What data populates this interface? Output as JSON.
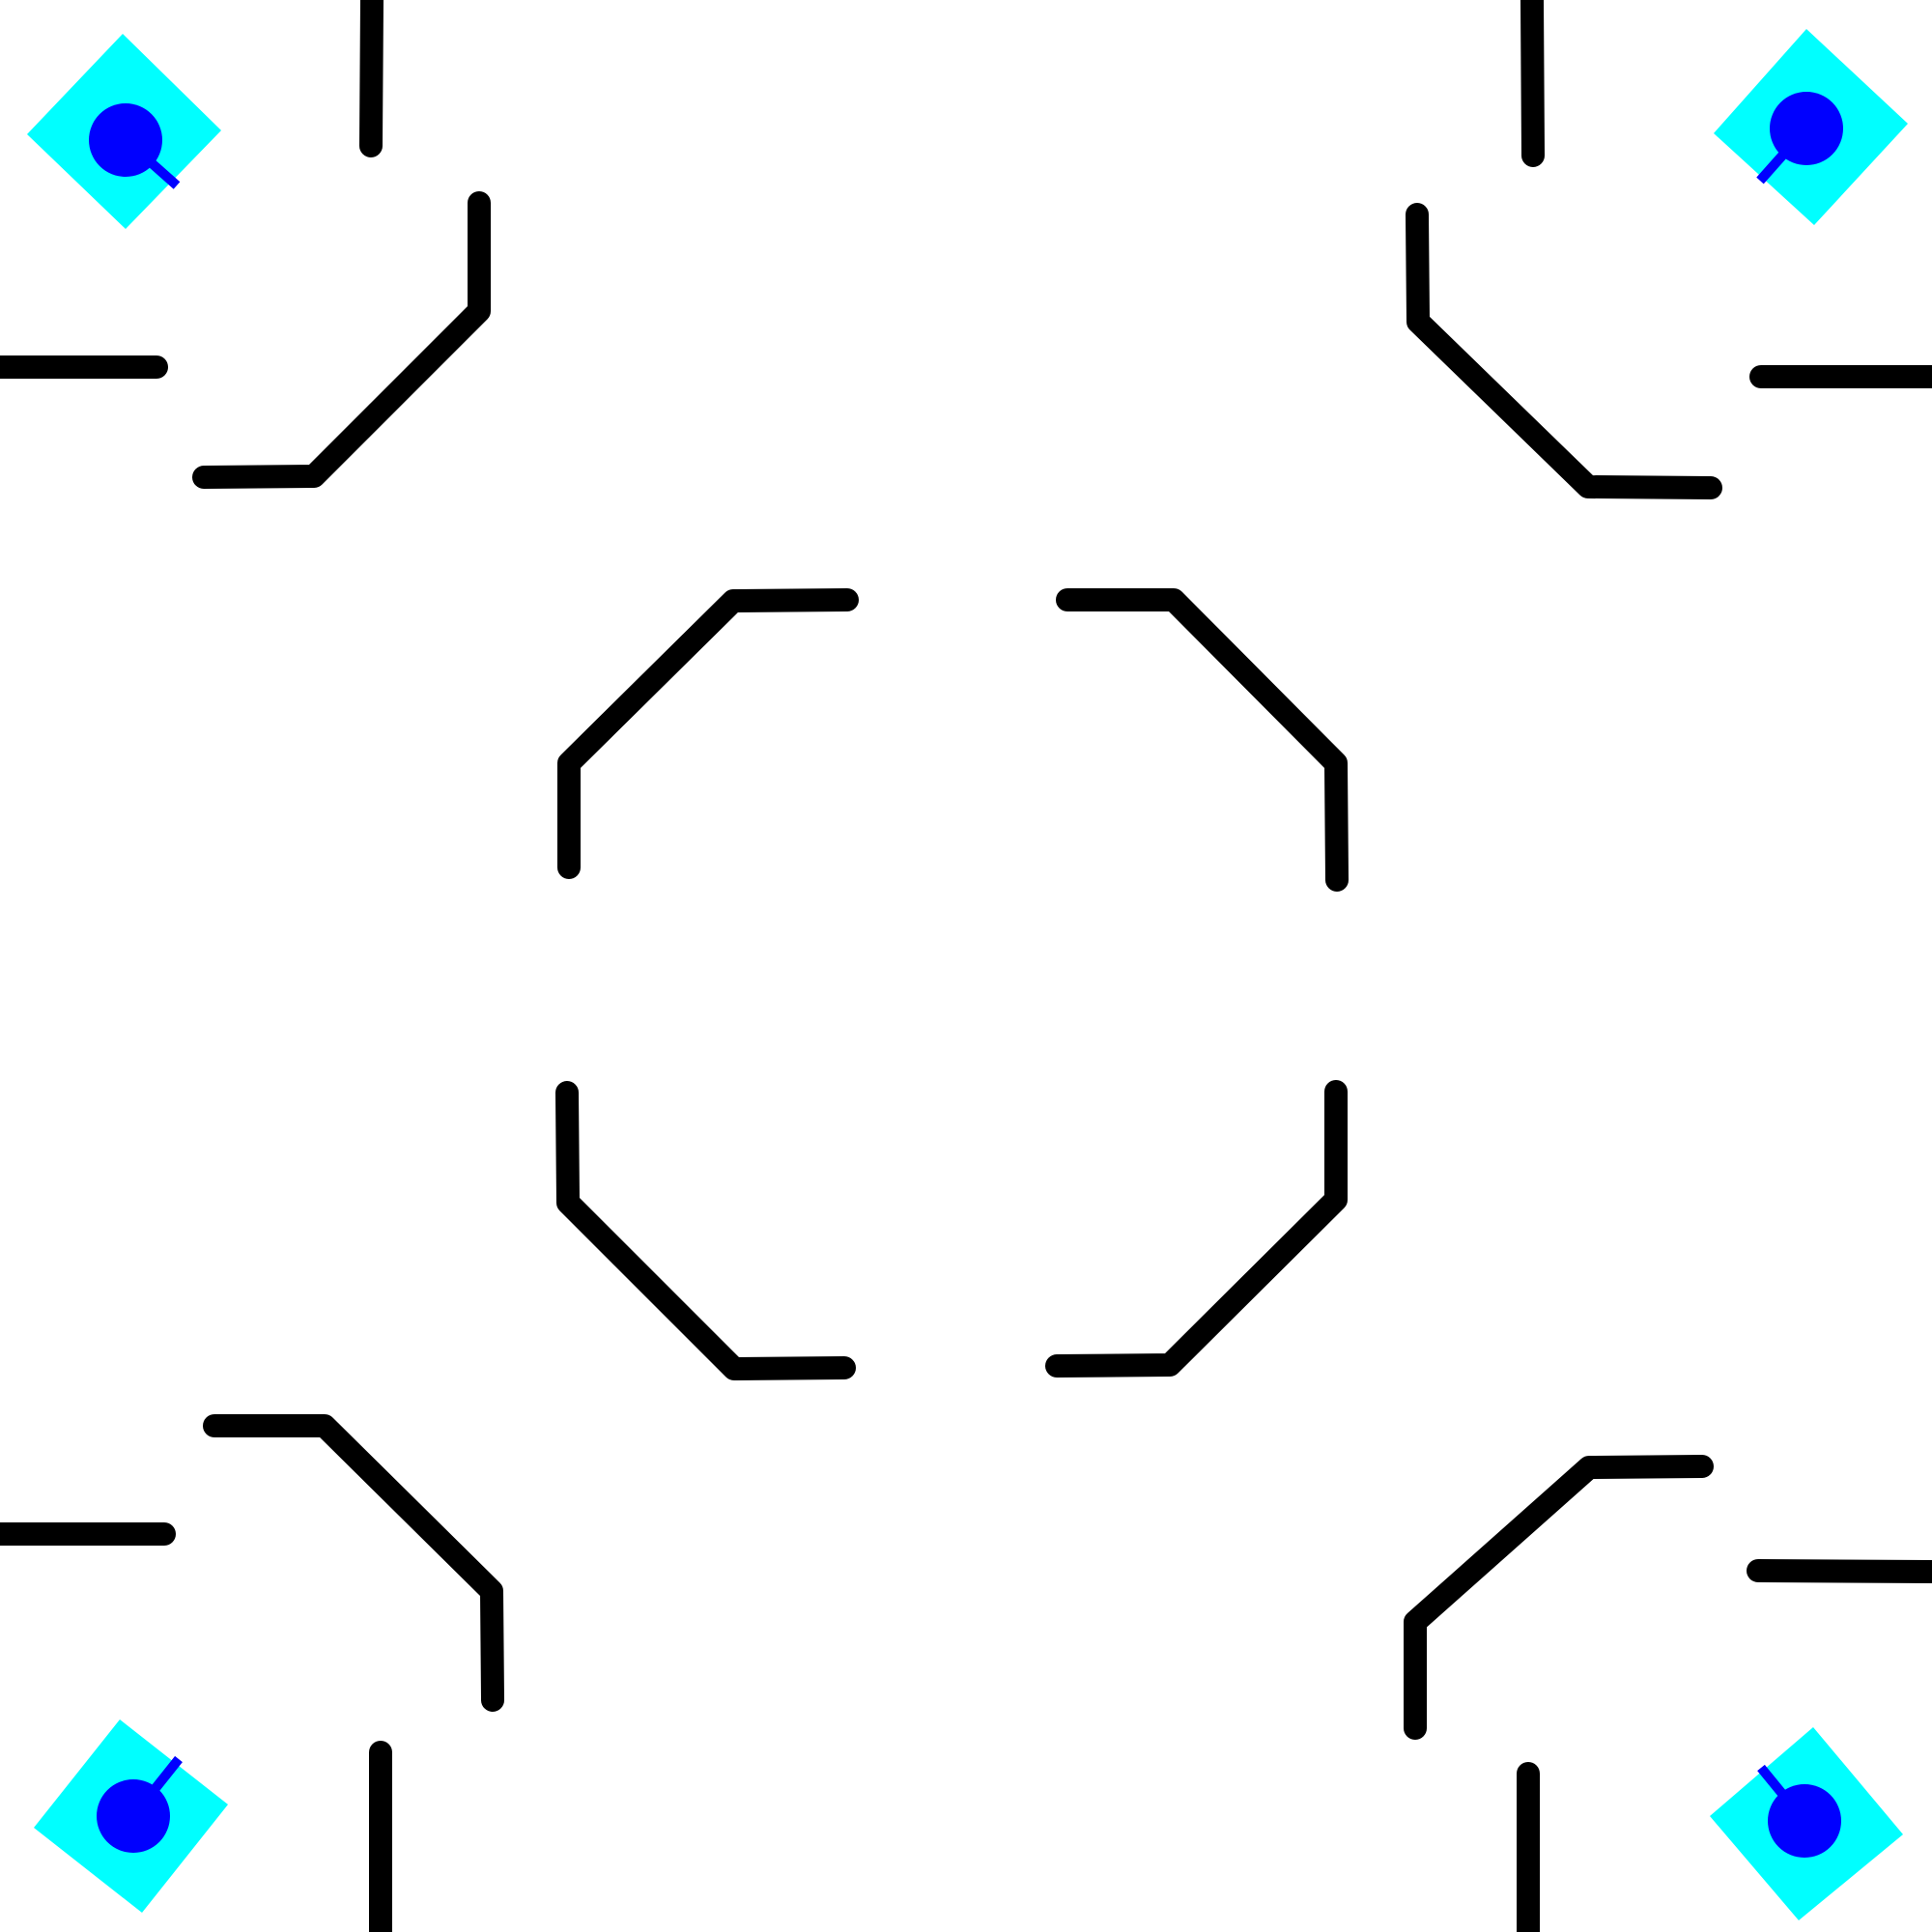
{
  "scene": {
    "background_color": "#ffffff",
    "wall_color": "#000000",
    "pad_color": "#00ffff",
    "agent_color": "#0000ff"
  },
  "walls": [
    {
      "name": "wall-top-left-vertical-stub"
    },
    {
      "name": "wall-top-left-corner"
    },
    {
      "name": "wall-top-left-horizontal-stub"
    },
    {
      "name": "wall-top-right-vertical-stub"
    },
    {
      "name": "wall-top-right-corner"
    },
    {
      "name": "wall-top-right-horizontal-stub"
    },
    {
      "name": "wall-center-upper-left-arc"
    },
    {
      "name": "wall-center-upper-right-arc"
    },
    {
      "name": "wall-center-lower-left-arc"
    },
    {
      "name": "wall-center-lower-right-arc"
    },
    {
      "name": "wall-bottom-left-horizontal-stub"
    },
    {
      "name": "wall-bottom-left-corner"
    },
    {
      "name": "wall-bottom-left-vertical-stub"
    },
    {
      "name": "wall-bottom-right-horizontal-stub"
    },
    {
      "name": "wall-bottom-right-corner"
    },
    {
      "name": "wall-bottom-right-vertical-stub"
    }
  ],
  "agents": [
    {
      "name": "agent-top-left"
    },
    {
      "name": "agent-top-right"
    },
    {
      "name": "agent-bottom-left"
    },
    {
      "name": "agent-bottom-right"
    }
  ]
}
